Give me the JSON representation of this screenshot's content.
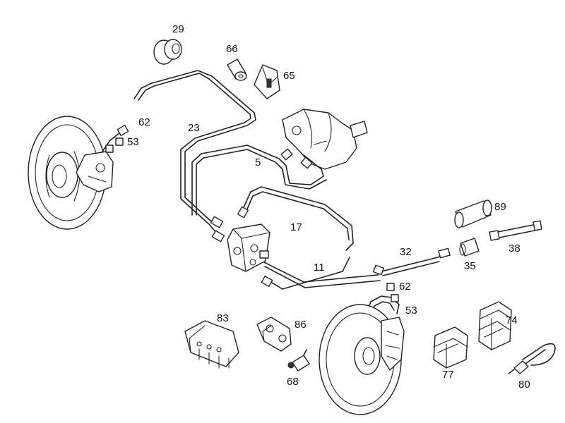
{
  "diagram": {
    "callouts": {
      "c29": "29",
      "c66": "66",
      "c65": "65",
      "c62a": "62",
      "c53a": "53",
      "c23": "23",
      "c5": "5",
      "c17": "17",
      "c11": "11",
      "c32": "32",
      "c89": "89",
      "c38": "38",
      "c35": "35",
      "c62b": "62",
      "c53b": "53",
      "c83": "83",
      "c86": "86",
      "c68": "68",
      "c74": "74",
      "c77": "77",
      "c80": "80"
    }
  }
}
